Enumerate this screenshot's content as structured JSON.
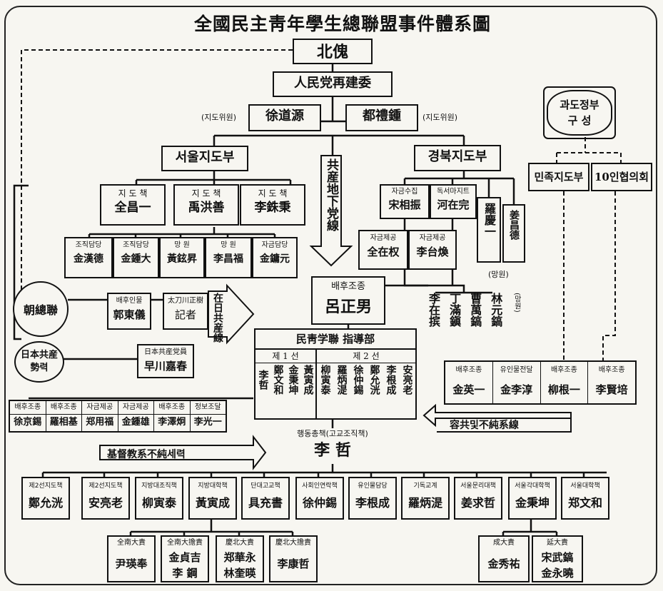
{
  "title": "全國民主靑年學生總聯盟事件體系圖",
  "north": "北傀",
  "committee": "人民党再建委",
  "leaders": [
    {
      "name": "徐道源",
      "note": "(지도위원)"
    },
    {
      "name": "都禮鍾",
      "note": "(지도위원)"
    }
  ],
  "seoul": {
    "label": "서울지도부",
    "chiefs": [
      {
        "role": "지 도 책",
        "name": "全昌一"
      },
      {
        "role": "지 도 책",
        "name": "禹洪善"
      },
      {
        "role": "지 도 책",
        "name": "李銖秉"
      }
    ],
    "members": [
      {
        "role": "조직담당",
        "name": "金漢德"
      },
      {
        "role": "조직담당",
        "name": "金鍾大"
      },
      {
        "role": "망 원",
        "name": "黃鉉昇"
      },
      {
        "role": "망 원",
        "name": "李昌福"
      },
      {
        "role": "자금담당",
        "name": "金鏞元"
      }
    ]
  },
  "gyeongbuk": {
    "label": "경북지도부",
    "chiefs": [
      {
        "role": "자금수집",
        "name": "宋相振"
      },
      {
        "role": "독서마지트",
        "name": "河在完"
      }
    ],
    "members": [
      {
        "role": "자금제공",
        "name": "全在权"
      },
      {
        "role": "자금제공",
        "name": "李台煥"
      }
    ],
    "verticals": [
      {
        "name": "羅慶一"
      },
      {
        "name": "姜昌德"
      }
    ],
    "vert_note": "(망원)",
    "lower_names": [
      {
        "name": "李在摈"
      },
      {
        "name": "丁滿鎭"
      },
      {
        "name": "曹萬鎬"
      },
      {
        "name": "林元鎬"
      }
    ],
    "lower_note": "(망원)"
  },
  "underground": "共産地下党線",
  "chongryon": "朝總聯",
  "chongryon_links": [
    {
      "role": "배후인물",
      "name": "郭東儀"
    },
    {
      "role": "太刀川正樹",
      "name": "記者"
    }
  ],
  "japan_cp": "日本共産勢력",
  "japan_link": {
    "role": "日本共産党員",
    "name": "早川嘉春"
  },
  "zainichi": "在日共産線",
  "backer": {
    "role": "배후조종",
    "name": "呂正男"
  },
  "hq": {
    "label": "民靑学聯 指導部",
    "line1": "제 1 선",
    "line2": "제 2 선",
    "line1_names": [
      "李哲",
      "鄭文和",
      "金秉坤",
      "黃寅成"
    ],
    "line2_names": [
      "柳寅泰",
      "羅炳湜",
      "徐仲錫",
      "鄭允洸",
      "李根成",
      "安亮老"
    ]
  },
  "leftgroup": [
    {
      "role": "배후조종",
      "name": "徐京錫"
    },
    {
      "role": "배후조종",
      "name": "羅相基"
    },
    {
      "role": "자금제공",
      "name": "郑用福"
    },
    {
      "role": "자금제공",
      "name": "金鍾雄"
    },
    {
      "role": "배후조종",
      "name": "李澤炯"
    },
    {
      "role": "정보조달",
      "name": "李光一"
    }
  ],
  "christian_label": "基督教系不純세력",
  "rightgroup_label": "容共및不純系線",
  "rightgroup": [
    {
      "role": "배후조종",
      "name": "金英一"
    },
    {
      "role": "유인물전달",
      "name": "金李淳"
    },
    {
      "role": "배후조종",
      "name": "柳根一"
    },
    {
      "role": "배후조종",
      "name": "李賢培"
    }
  ],
  "gwado": "과도정부 구 성",
  "minjok": "민족지도부",
  "ten": "10인협의회",
  "action": {
    "role": "행동총책(고교조직책)",
    "name": "李 哲"
  },
  "bottom": [
    {
      "role": "제2선지도책",
      "name": "鄭允洸"
    },
    {
      "role": "제2선지도책",
      "name": "安亮老"
    },
    {
      "role": "지방대조직책",
      "name": "柳寅泰"
    },
    {
      "role": "지방대학책",
      "name": "黃寅成"
    },
    {
      "role": "단대고교책",
      "name": "具充書"
    },
    {
      "role": "사회인연락책",
      "name": "徐仲錫"
    },
    {
      "role": "유인물담당",
      "name": "李根成"
    },
    {
      "role": "기독교계",
      "name": "羅炳湜"
    },
    {
      "role": "서울문리대책",
      "name": "姜求哲"
    },
    {
      "role": "서울각대학책",
      "name": "金秉坤"
    },
    {
      "role": "서울대학책",
      "name": "郑文和"
    }
  ],
  "subs_left": [
    {
      "role": "全南大責",
      "names": [
        "尹瑛奉"
      ]
    },
    {
      "role": "全南大擔責",
      "names": [
        "金貞吉",
        "李 鋼"
      ]
    },
    {
      "role": "慶北大責",
      "names": [
        "郑華永",
        "林奎暎"
      ]
    },
    {
      "role": "慶北大擔責",
      "names": [
        "李康哲"
      ]
    }
  ],
  "subs_right": [
    {
      "role": "成大責",
      "names": [
        "金秀祐"
      ]
    },
    {
      "role": "延大責",
      "names": [
        "宋武鎬",
        "金永曉"
      ]
    }
  ]
}
